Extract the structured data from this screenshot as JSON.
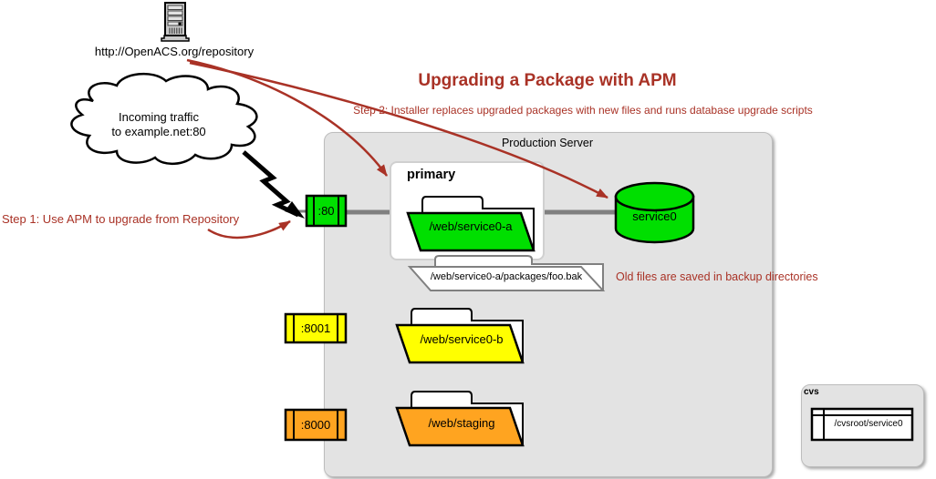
{
  "header": {
    "title": "Upgrading a Package with APM",
    "step2_caption": "Step 2: Installer replaces upgraded packages with new files and runs database upgrade scripts"
  },
  "annotations": {
    "step1": "Step 1: Use APM to upgrade from Repository",
    "old_files": "Old files are saved in backup directories"
  },
  "repository": {
    "url": "http://OpenACS.org/repository"
  },
  "cloud": {
    "line1": "Incoming traffic",
    "line2": "to example.net:80"
  },
  "production_server": {
    "label": "Production Server",
    "primary": {
      "label": "primary",
      "folder": "/web/service0-a"
    },
    "backup_path": "/web/service0-a/packages/foo.bak",
    "database_label": "service0",
    "ports": [
      {
        "label": ":80",
        "color": "#00df00"
      },
      {
        "label": ":8001",
        "color": "#ffff00"
      },
      {
        "label": ":8000",
        "color": "#ffa420"
      }
    ],
    "folders": [
      {
        "label": "/web/service0-a",
        "color": "#00df00"
      },
      {
        "label": "/web/service0-b",
        "color": "#ffff00"
      },
      {
        "label": "/web/staging",
        "color": "#ffa420"
      }
    ]
  },
  "cvs": {
    "label": "cvs",
    "path": "/cvsroot/service0"
  },
  "colors": {
    "accent_red": "#a93226",
    "connector_gray": "#808080",
    "server_panel": "#e3e3e3"
  }
}
